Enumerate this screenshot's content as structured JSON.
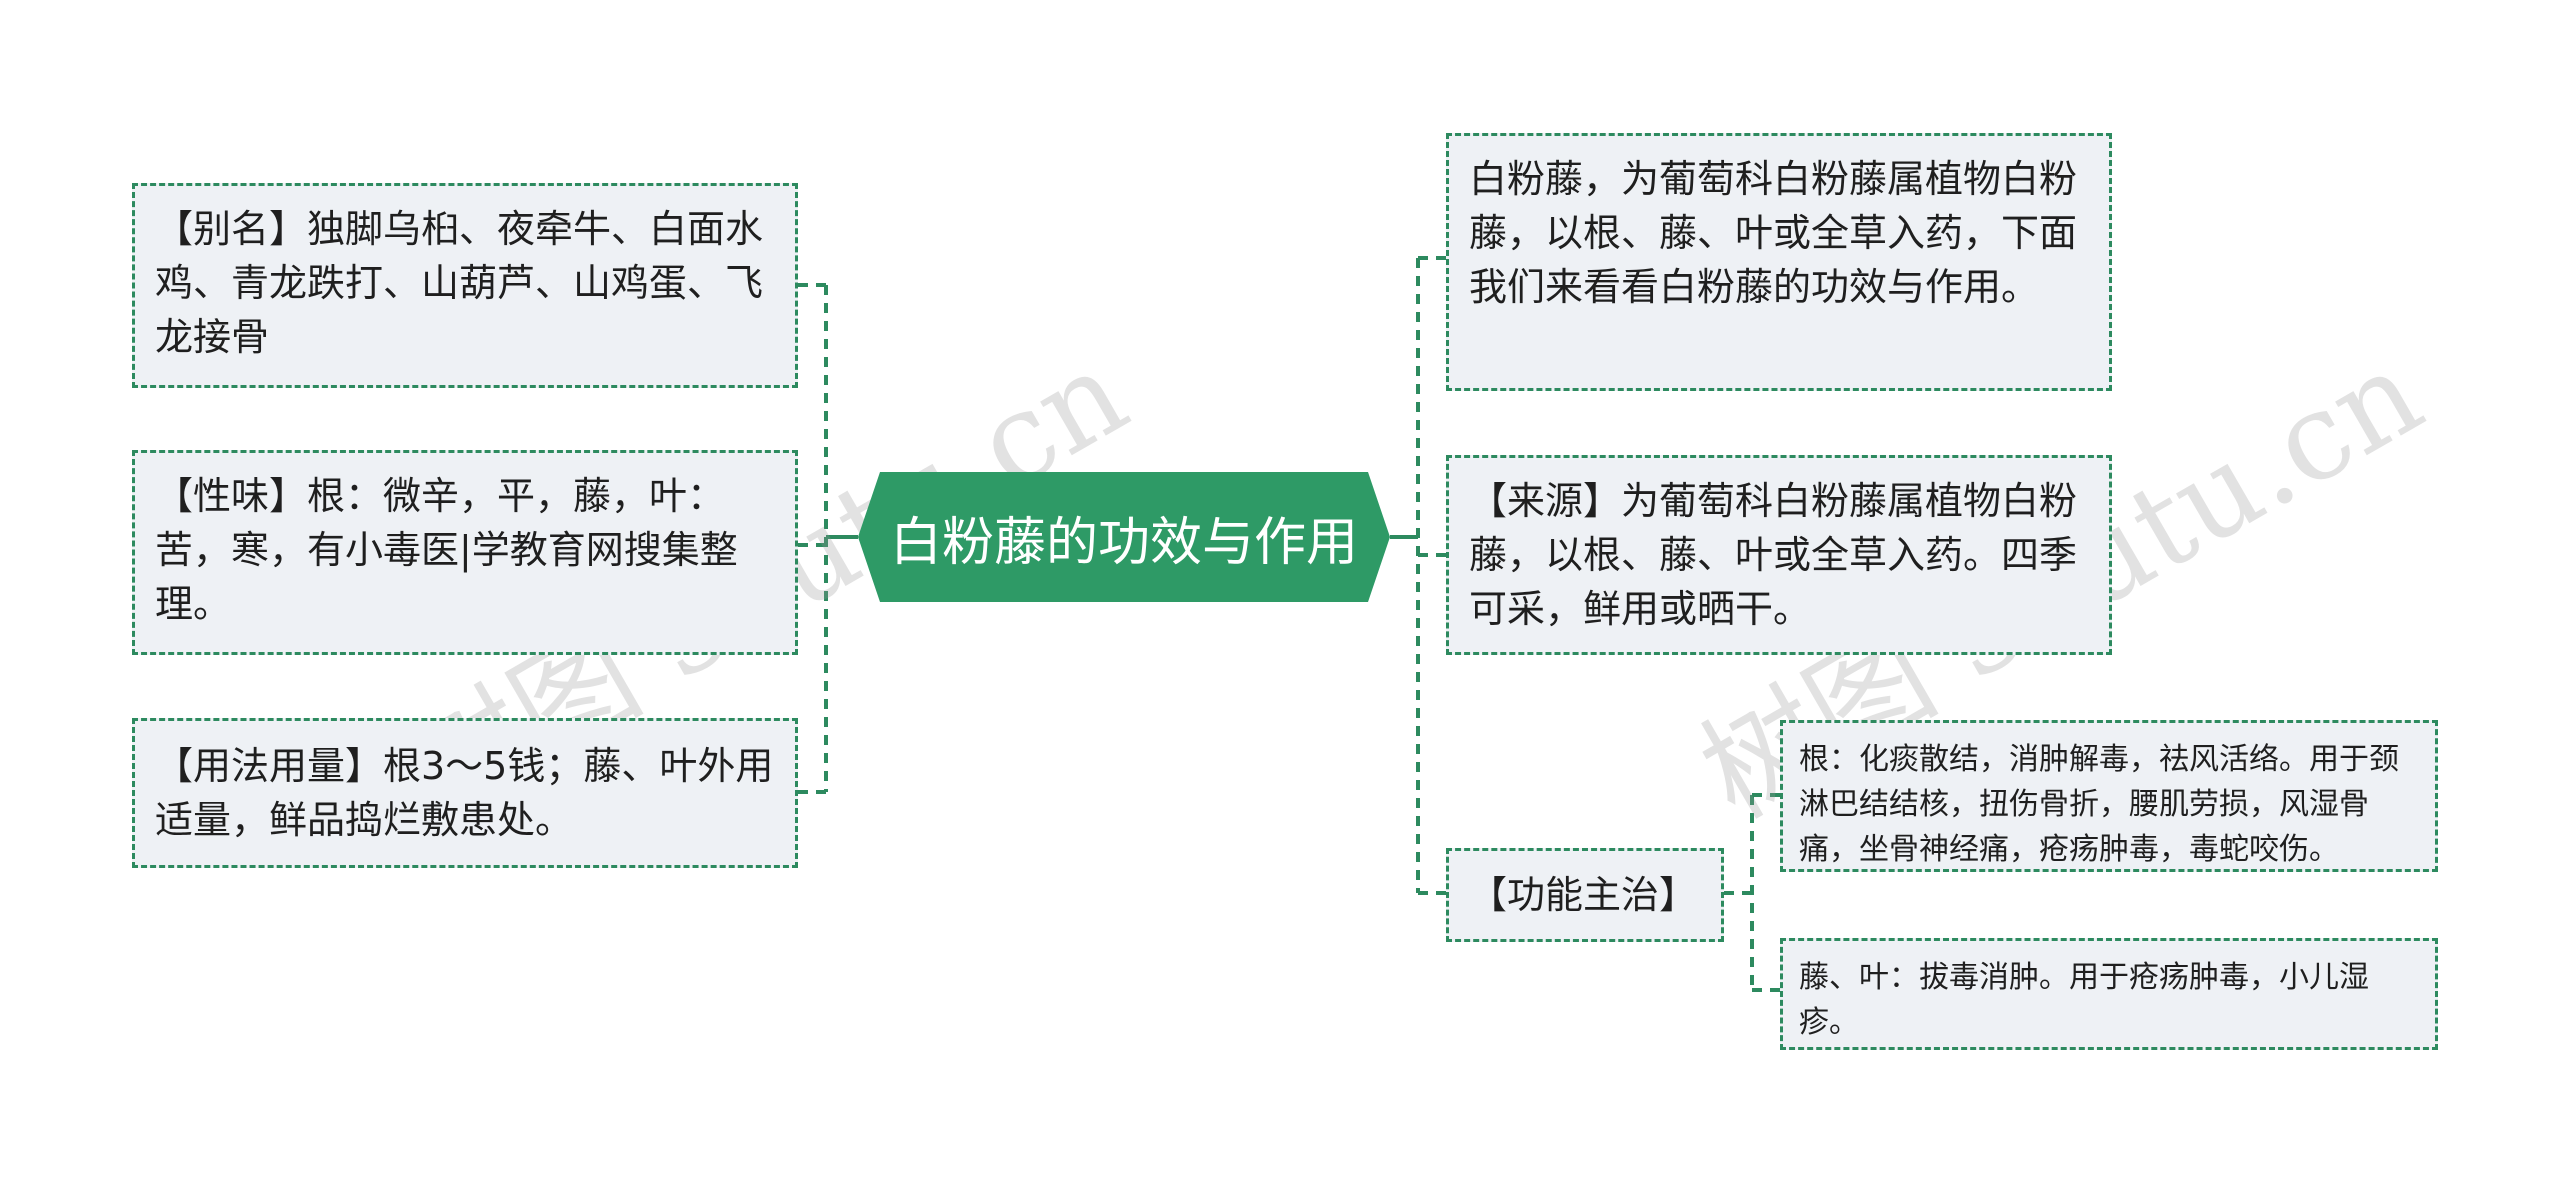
{
  "root": {
    "title": "白粉藤的功效与作用"
  },
  "left": [
    {
      "text": "【别名】独脚乌桕、夜牵牛、白面水鸡、青龙跌打、山葫芦、山鸡蛋、飞龙接骨"
    },
    {
      "text": "【性味】根：微辛，平，藤，叶：苦，寒，有小毒医|学教育网搜集整理。"
    },
    {
      "text": "【用法用量】根3～5钱；藤、叶外用适量，鲜品捣烂敷患处。"
    }
  ],
  "right": [
    {
      "text": "白粉藤，为葡萄科白粉藤属植物白粉藤，以根、藤、叶或全草入药，下面我们来看看白粉藤的功效与作用。"
    },
    {
      "text": "【来源】为葡萄科白粉藤属植物白粉藤，以根、藤、叶或全草入药。四季可采，鲜用或晒干。"
    },
    {
      "text": "【功能主治】"
    }
  ],
  "gongneng_children": [
    {
      "text": "根：化痰散结，消肿解毒，祛风活络。用于颈淋巴结结核，扭伤骨折，腰肌劳损，风湿骨痛，坐骨神经痛，疮疡肿毒，毒蛇咬伤。"
    },
    {
      "text": "藤、叶：拔毒消肿。用于疮疡肿毒，小儿湿疹。"
    }
  ],
  "watermark": "树图 shutu.cn",
  "colors": {
    "accent": "#2e9a66",
    "line": "#2d8a5f",
    "node_bg": "#eef1f5"
  }
}
